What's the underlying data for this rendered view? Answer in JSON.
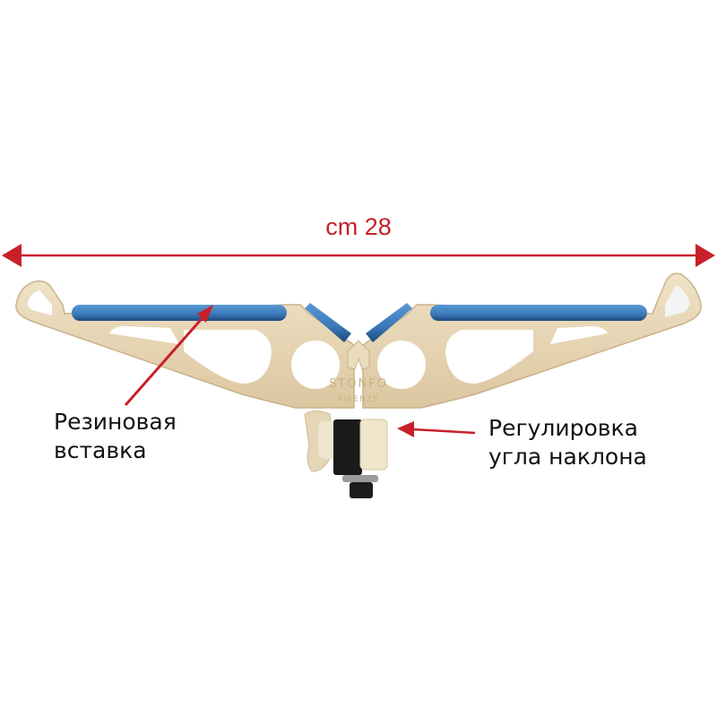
{
  "dimension": {
    "label": "cm 28",
    "color": "#c8202a"
  },
  "callouts": {
    "rubber_insert": {
      "line1": "Резиновая",
      "line2": "вставка"
    },
    "angle_adjust": {
      "line1": "Регулировка",
      "line2": "угла наклона"
    }
  },
  "product": {
    "brand": "STONFO",
    "sub_mark": "FIRENZE",
    "body_color": "#e8d8b8",
    "rubber_color": "#3f7fbf",
    "arrow_color": "#c8202a"
  }
}
